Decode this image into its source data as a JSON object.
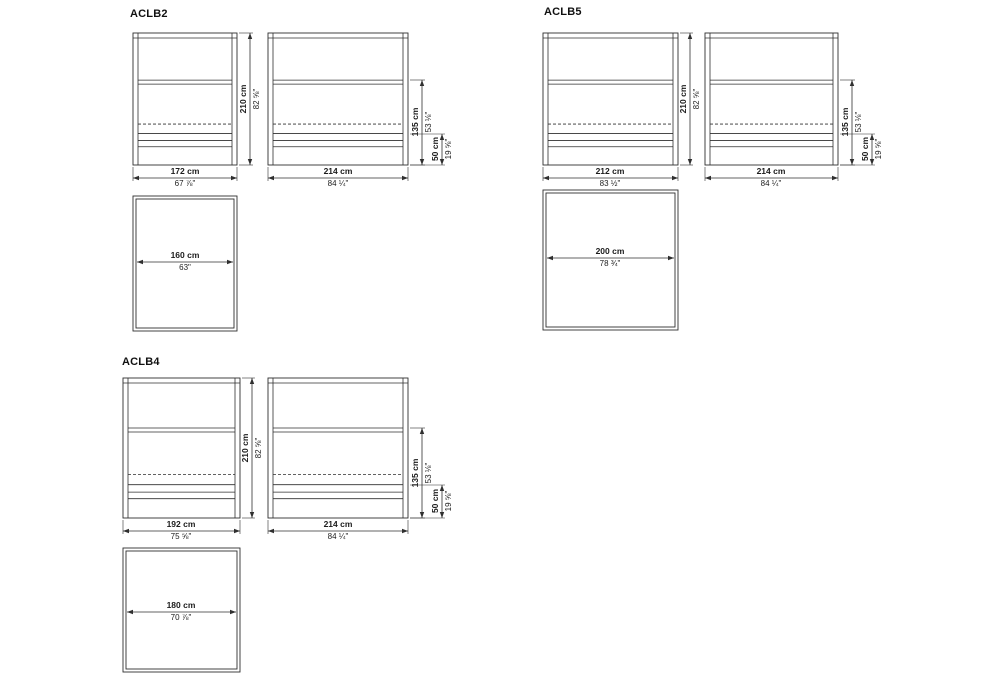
{
  "colors": {
    "line": "#2f2f2f",
    "text": "#1c1c1c",
    "background": "#ffffff"
  },
  "sections": [
    {
      "id": "aclb2",
      "label": "ACLB2",
      "front": {
        "width_cm": "172 cm",
        "width_in": "67 ⅞\"",
        "height_cm": "210 cm",
        "height_in": "82 ⅝\""
      },
      "side": {
        "width_cm": "214 cm",
        "width_in": "84 ¼\"",
        "upper_height_cm": "135 cm",
        "upper_height_in": "53 ⅛\"",
        "base_height_cm": "50 cm",
        "base_height_in": "19 ⅝\""
      },
      "top": {
        "inner_width_cm": "160 cm",
        "inner_width_in": "63\""
      }
    },
    {
      "id": "aclb5",
      "label": "ACLB5",
      "front": {
        "width_cm": "212 cm",
        "width_in": "83 ½\"",
        "height_cm": "210 cm",
        "height_in": "82 ⅝\""
      },
      "side": {
        "width_cm": "214 cm",
        "width_in": "84 ¼\"",
        "upper_height_cm": "135 cm",
        "upper_height_in": "53 ⅛\"",
        "base_height_cm": "50 cm",
        "base_height_in": "19 ⅝\""
      },
      "top": {
        "inner_width_cm": "200 cm",
        "inner_width_in": "78 ¾\""
      }
    },
    {
      "id": "aclb4",
      "label": "ACLB4",
      "front": {
        "width_cm": "192 cm",
        "width_in": "75 ⅝\"",
        "height_cm": "210 cm",
        "height_in": "82 ⅝\""
      },
      "side": {
        "width_cm": "214 cm",
        "width_in": "84 ¼\"",
        "upper_height_cm": "135 cm",
        "upper_height_in": "53 ⅛\"",
        "base_height_cm": "50 cm",
        "base_height_in": "19 ⅝\""
      },
      "top": {
        "inner_width_cm": "180 cm",
        "inner_width_in": "70 ⅞\""
      }
    }
  ]
}
